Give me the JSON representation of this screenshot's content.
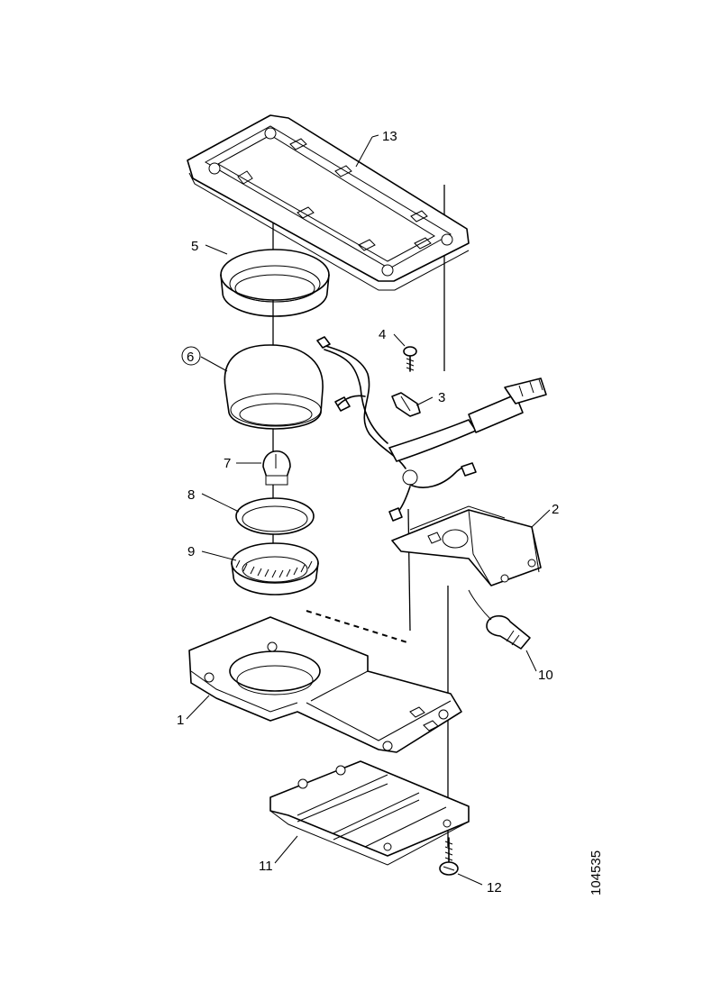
{
  "figure_id": "104535",
  "parts": [
    {
      "no": "1"
    },
    {
      "no": "2"
    },
    {
      "no": "3"
    },
    {
      "no": "4"
    },
    {
      "no": "5"
    },
    {
      "no": "6"
    },
    {
      "no": "7"
    },
    {
      "no": "8"
    },
    {
      "no": "9"
    },
    {
      "no": "10"
    },
    {
      "no": "11"
    },
    {
      "no": "12"
    },
    {
      "no": "13"
    }
  ]
}
